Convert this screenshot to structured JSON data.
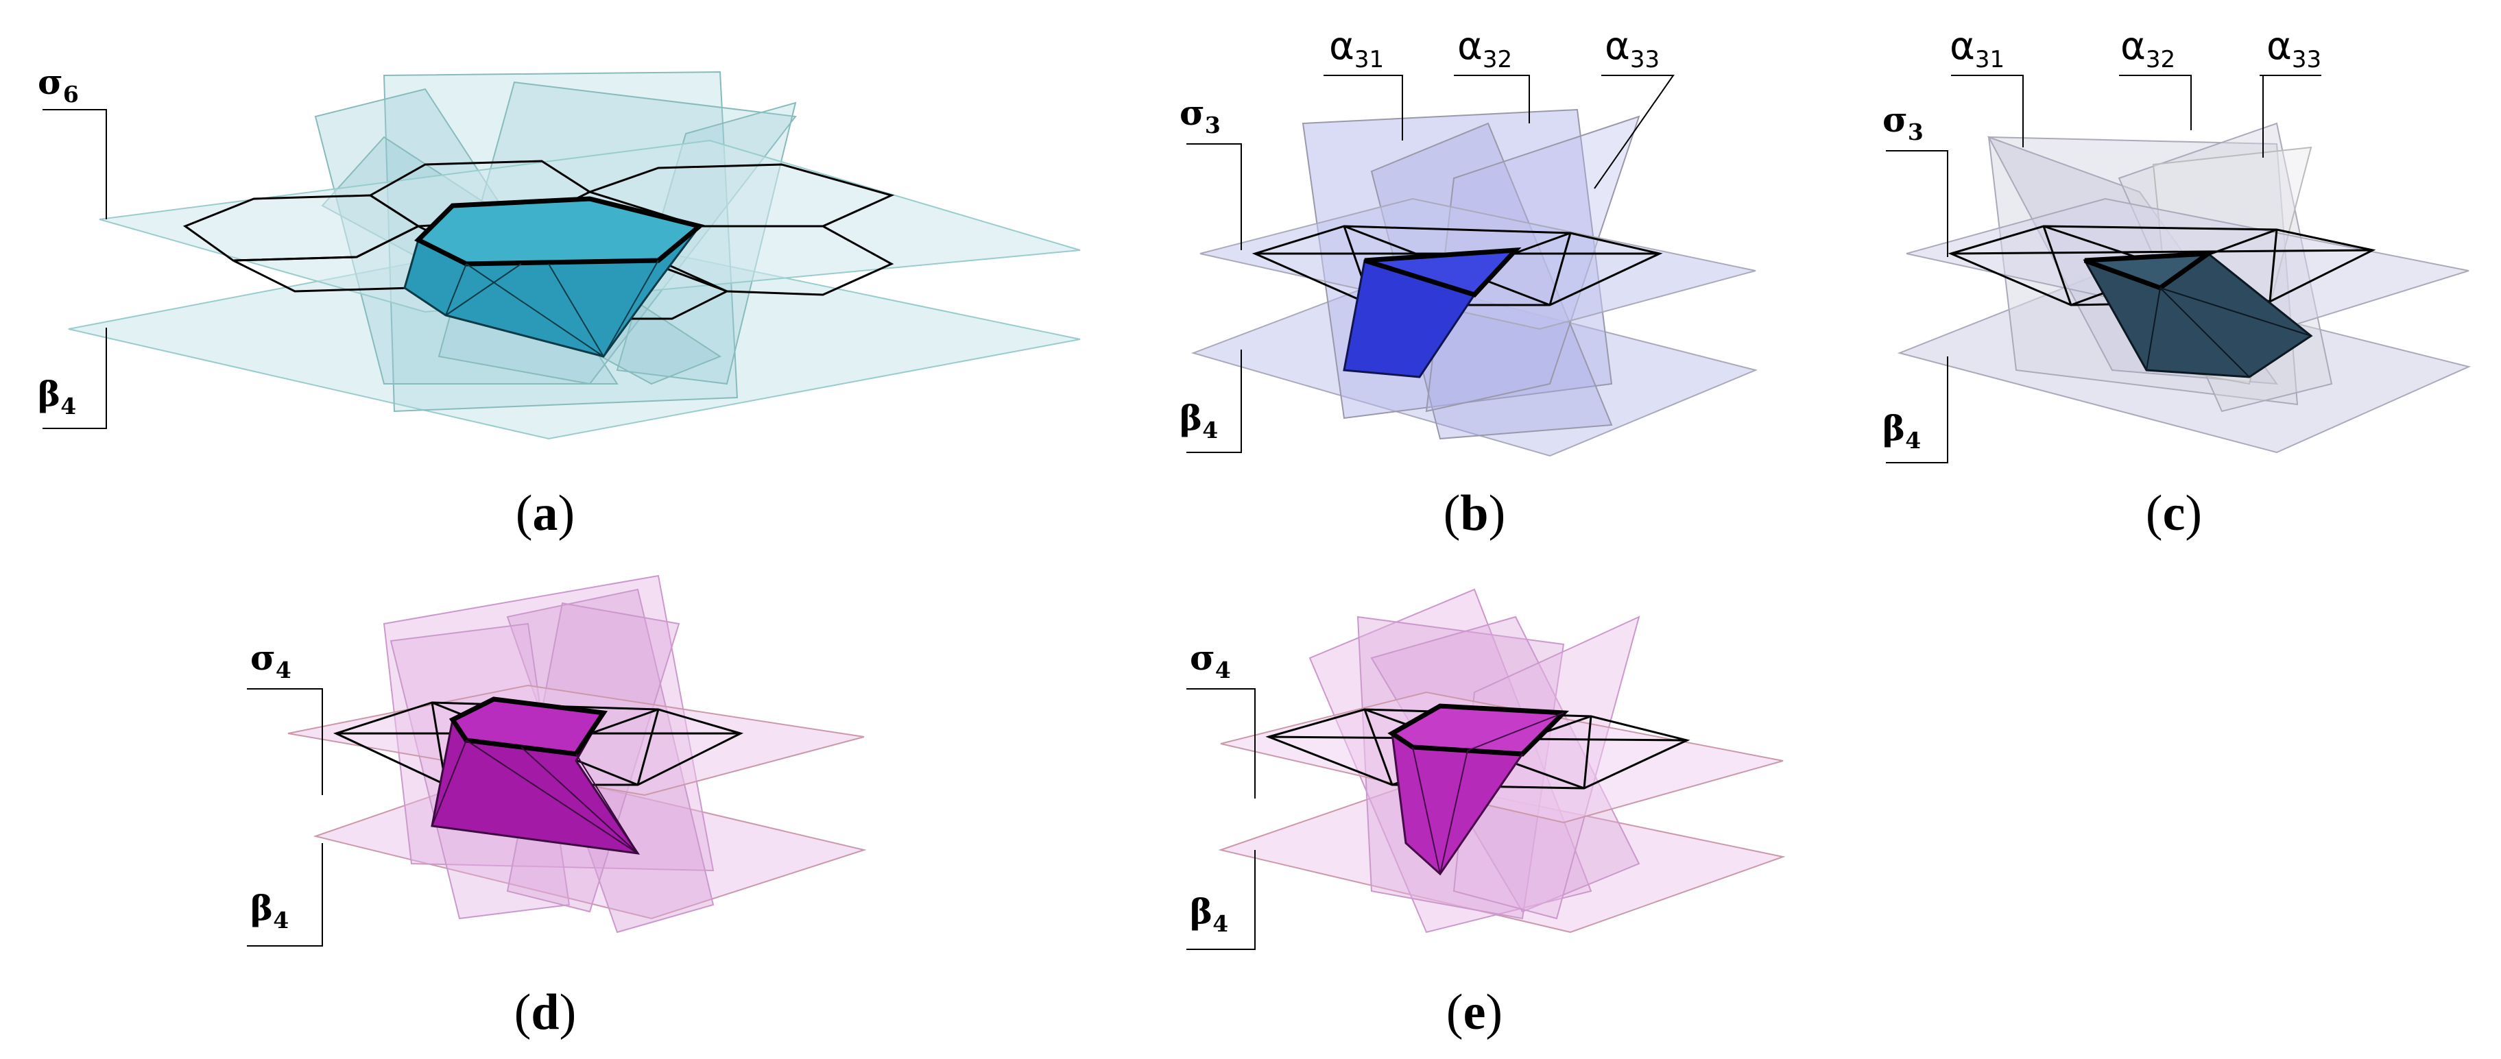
{
  "figure": {
    "panels": [
      {
        "id": "a",
        "caption": "a",
        "top_plane_label": "σ",
        "top_plane_sub": "6",
        "bottom_plane_label": "β",
        "bottom_plane_sub": "4",
        "alpha_labels": [],
        "color": "#2a9ab8",
        "plane_color": "#bfe0e6"
      },
      {
        "id": "b",
        "caption": "b",
        "top_plane_label": "σ",
        "top_plane_sub": "3",
        "bottom_plane_label": "β",
        "bottom_plane_sub": "4",
        "alpha_labels": [
          {
            "base": "α",
            "sub": "31"
          },
          {
            "base": "α",
            "sub": "32"
          },
          {
            "base": "α",
            "sub": "33"
          }
        ],
        "color": "#2f3ad6",
        "plane_color": "#c3c6ee"
      },
      {
        "id": "c",
        "caption": "c",
        "top_plane_label": "σ",
        "top_plane_sub": "3",
        "bottom_plane_label": "β",
        "bottom_plane_sub": "4",
        "alpha_labels": [
          {
            "base": "α",
            "sub": "31"
          },
          {
            "base": "α",
            "sub": "32"
          },
          {
            "base": "α",
            "sub": "33"
          }
        ],
        "color": "#2e4a5e",
        "plane_color": "#d4d4ea"
      },
      {
        "id": "d",
        "caption": "d",
        "top_plane_label": "σ",
        "top_plane_sub": "4",
        "bottom_plane_label": "β",
        "bottom_plane_sub": "4",
        "alpha_labels": [],
        "color": "#a21aa6",
        "plane_color": "#ecc8ec"
      },
      {
        "id": "e",
        "caption": "e",
        "top_plane_label": "σ",
        "top_plane_sub": "4",
        "bottom_plane_label": "β",
        "bottom_plane_sub": "4",
        "alpha_labels": [],
        "color": "#b52ab8",
        "plane_color": "#efcdef"
      }
    ]
  }
}
